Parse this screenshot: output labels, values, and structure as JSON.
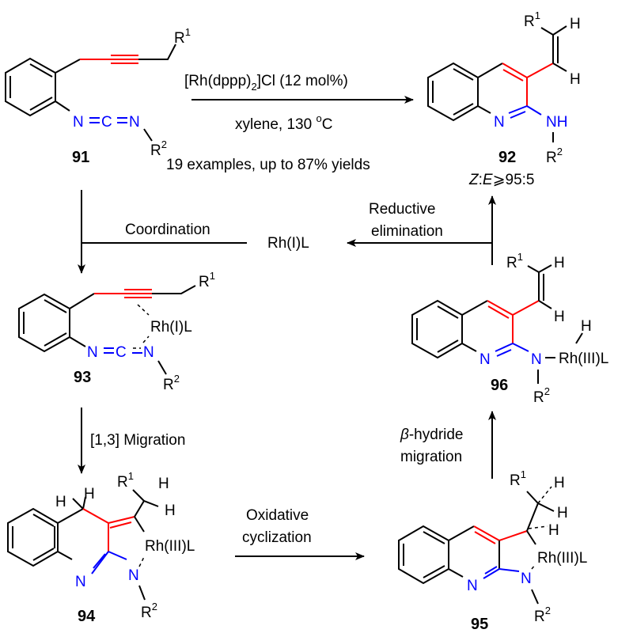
{
  "compounds": {
    "c91": {
      "label": "91",
      "r1": "R",
      "r1_sup": "1",
      "r2": "R",
      "r2_sup": "2",
      "n1": "N",
      "c": "C",
      "n2": "N"
    },
    "c92": {
      "label": "92",
      "r1": "R",
      "r1_sup": "1",
      "r2": "R",
      "r2_sup": "2",
      "h_top": "H",
      "h_bottom": "H",
      "ring_n": "N",
      "nh": "NH",
      "selectivity_z": "Z",
      "selectivity_colon": ":",
      "selectivity_e": "E",
      "selectivity_rest": "⩾95:5"
    },
    "c93": {
      "label": "93",
      "r1": "R",
      "r1_sup": "1",
      "r2": "R",
      "r2_sup": "2",
      "metal": "Rh(I)L",
      "n1": "N",
      "c": "C",
      "n2": "N"
    },
    "c94": {
      "label": "94",
      "r1": "R",
      "r1_sup": "1",
      "r2": "R",
      "r2_sup": "2",
      "h1": "H",
      "h2": "H",
      "h3": "H",
      "h4": "H",
      "metal": "Rh(III)L",
      "ring_n": "N",
      "n": "N"
    },
    "c95": {
      "label": "95",
      "r1": "R",
      "r1_sup": "1",
      "r2": "R",
      "r2_sup": "2",
      "h1": "H",
      "h2": "H",
      "h3": "H",
      "metal": "Rh(III)L",
      "ring_n": "N",
      "n": "N"
    },
    "c96": {
      "label": "96",
      "r1": "R",
      "r1_sup": "1",
      "r2": "R",
      "r2_sup": "2",
      "h_top": "H",
      "h_bottom": "H",
      "h_metal": "H",
      "metal": "Rh(III)L",
      "ring_n": "N",
      "n": "N"
    }
  },
  "reaction": {
    "catalyst_pre": "[Rh(dppp)",
    "catalyst_sub": "2",
    "catalyst_post": "]Cl (12 mol%)",
    "conditions_pre": "xylene, 130 ",
    "conditions_sup": "o",
    "conditions_post": "C",
    "scope": "19 examples, up to 87% yields"
  },
  "steps": {
    "coordination": "Coordination",
    "catalyst": "Rh(I)L",
    "migration13": "[1,3] Migration",
    "oxidative_1": "Oxidative",
    "oxidative_2": "cyclization",
    "beta_symbol": "β",
    "beta_rest": "-hydride",
    "beta_2": "migration",
    "reductive_1": "Reductive",
    "reductive_2": "elimination"
  },
  "colors": {
    "highlight_red": "#ff0000",
    "nitrogen_blue": "#0000ff",
    "ink": "#000000"
  }
}
